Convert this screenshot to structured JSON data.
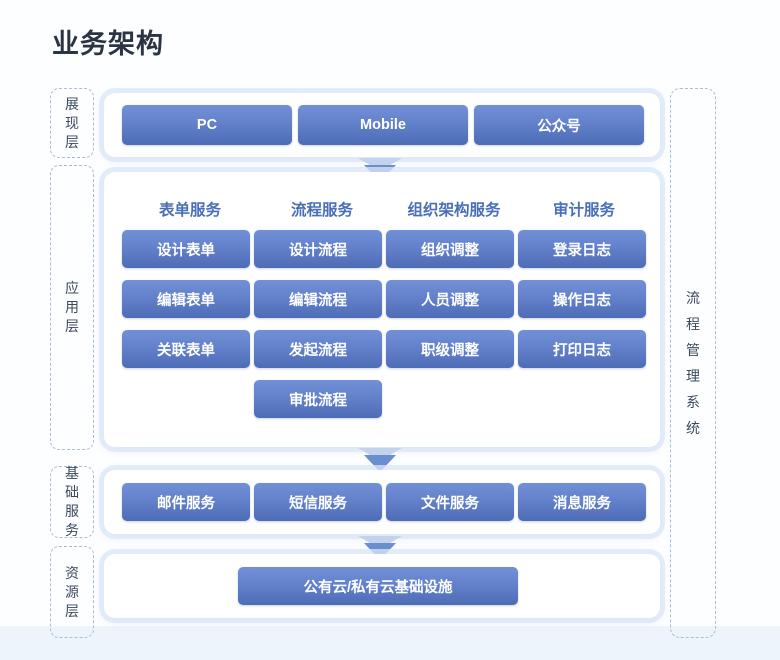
{
  "title": "业务架构",
  "side_label": "流程管理系统",
  "layers": [
    {
      "name": "展现层",
      "label": "展现层"
    },
    {
      "name": "应用层",
      "label": "应用层"
    },
    {
      "name": "基础服务",
      "label": "基础服务"
    },
    {
      "name": "资源层",
      "label": "资源层"
    }
  ],
  "presentation": {
    "items": [
      "PC",
      "Mobile",
      "公众号"
    ]
  },
  "application": {
    "columns": [
      {
        "header": "表单服务",
        "items": [
          "设计表单",
          "编辑表单",
          "关联表单"
        ]
      },
      {
        "header": "流程服务",
        "items": [
          "设计流程",
          "编辑流程",
          "发起流程",
          "审批流程"
        ]
      },
      {
        "header": "组织架构服务",
        "items": [
          "组织调整",
          "人员调整",
          "职级调整"
        ]
      },
      {
        "header": "审计服务",
        "items": [
          "登录日志",
          "操作日志",
          "打印日志"
        ]
      }
    ]
  },
  "base_services": {
    "items": [
      "邮件服务",
      "短信服务",
      "文件服务",
      "消息服务"
    ]
  },
  "resource": {
    "items": [
      "公有云/私有云基础设施"
    ]
  },
  "colors": {
    "background": "#fdfeff",
    "bottom_band": "#eef4fc",
    "button_gradient_top": "#7190d6",
    "button_gradient_bottom": "#4d6cb6",
    "header_text": "#4a6fb5",
    "title_text": "#2b3444",
    "dashed_border": "#a8bdd8",
    "arrow": "#6b8ed0",
    "panel": "#ffffff"
  }
}
